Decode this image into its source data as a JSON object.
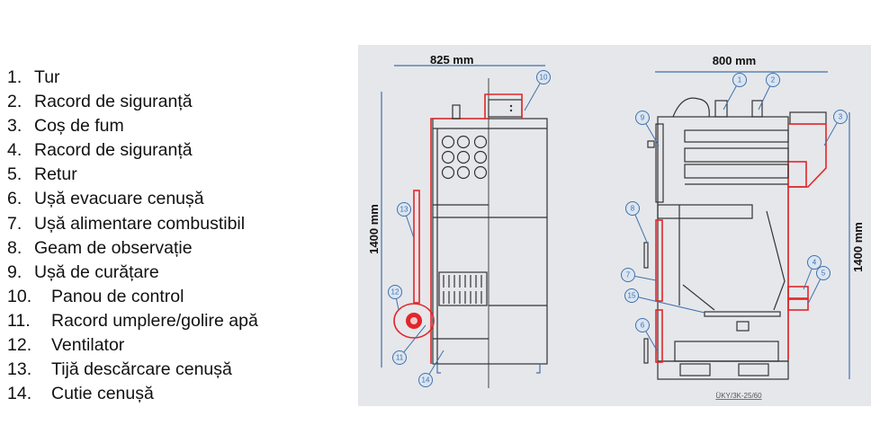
{
  "legend": [
    {
      "num": "1.",
      "label": "Tur"
    },
    {
      "num": "2.",
      "label": "Racord de siguranță"
    },
    {
      "num": "3.",
      "label": "Coș de fum"
    },
    {
      "num": "4.",
      "label": "Racord de siguranță"
    },
    {
      "num": "5.",
      "label": "Retur"
    },
    {
      "num": "6.",
      "label": "Ușă evacuare cenușă"
    },
    {
      "num": "7.",
      "label": "Ușă alimentare combustibil"
    },
    {
      "num": "8.",
      "label": "Geam de observație"
    },
    {
      "num": "9.",
      "label": "Ușă de curățare"
    },
    {
      "num": "10.",
      "label": "Panou de control"
    },
    {
      "num": "11.",
      "label": "Racord umplere/golire apă"
    },
    {
      "num": "12.",
      "label": "Ventilator"
    },
    {
      "num": "13.",
      "label": "Tijă descărcare cenușă"
    },
    {
      "num": "14.",
      "label": "Cutie cenușă"
    }
  ],
  "diagram": {
    "side_view": {
      "width_label": "825 mm",
      "height_label": "1400 mm"
    },
    "front_view": {
      "width_label": "800 mm",
      "height_label": "1400 mm"
    },
    "model_caption": "ÜKY/3K-25/60",
    "callouts": [
      "1",
      "2",
      "3",
      "4",
      "5",
      "6",
      "7",
      "8",
      "9",
      "10",
      "11",
      "12",
      "13",
      "14",
      "15"
    ]
  },
  "colors": {
    "panel_bg": "#e6e7ea",
    "outline": "#333333",
    "accent_red": "#e2262a",
    "callout_blue": "#3f72ad"
  }
}
